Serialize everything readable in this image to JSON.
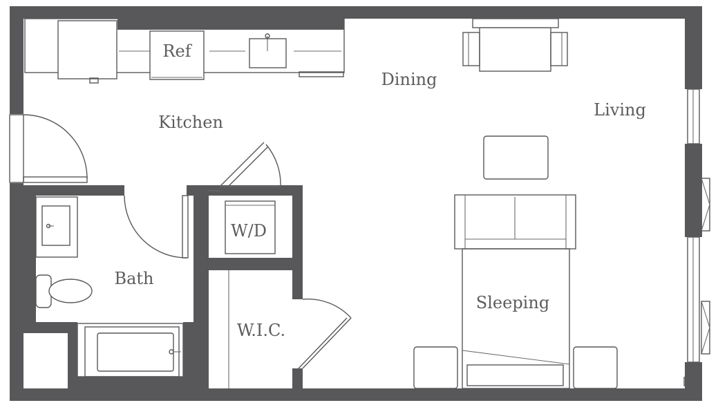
{
  "plan": {
    "rooms": {
      "kitchen": "Kitchen",
      "dining": "Dining",
      "living": "Living",
      "bath": "Bath",
      "washer_dryer": "W/D",
      "walk_in_closet": "W.I.C.",
      "sleeping": "Sleeping",
      "refrigerator": "Ref"
    },
    "colors": {
      "walls": "#58585a",
      "lines": "#58585a",
      "text": "#5c5c5e",
      "background": "#ffffff"
    }
  }
}
